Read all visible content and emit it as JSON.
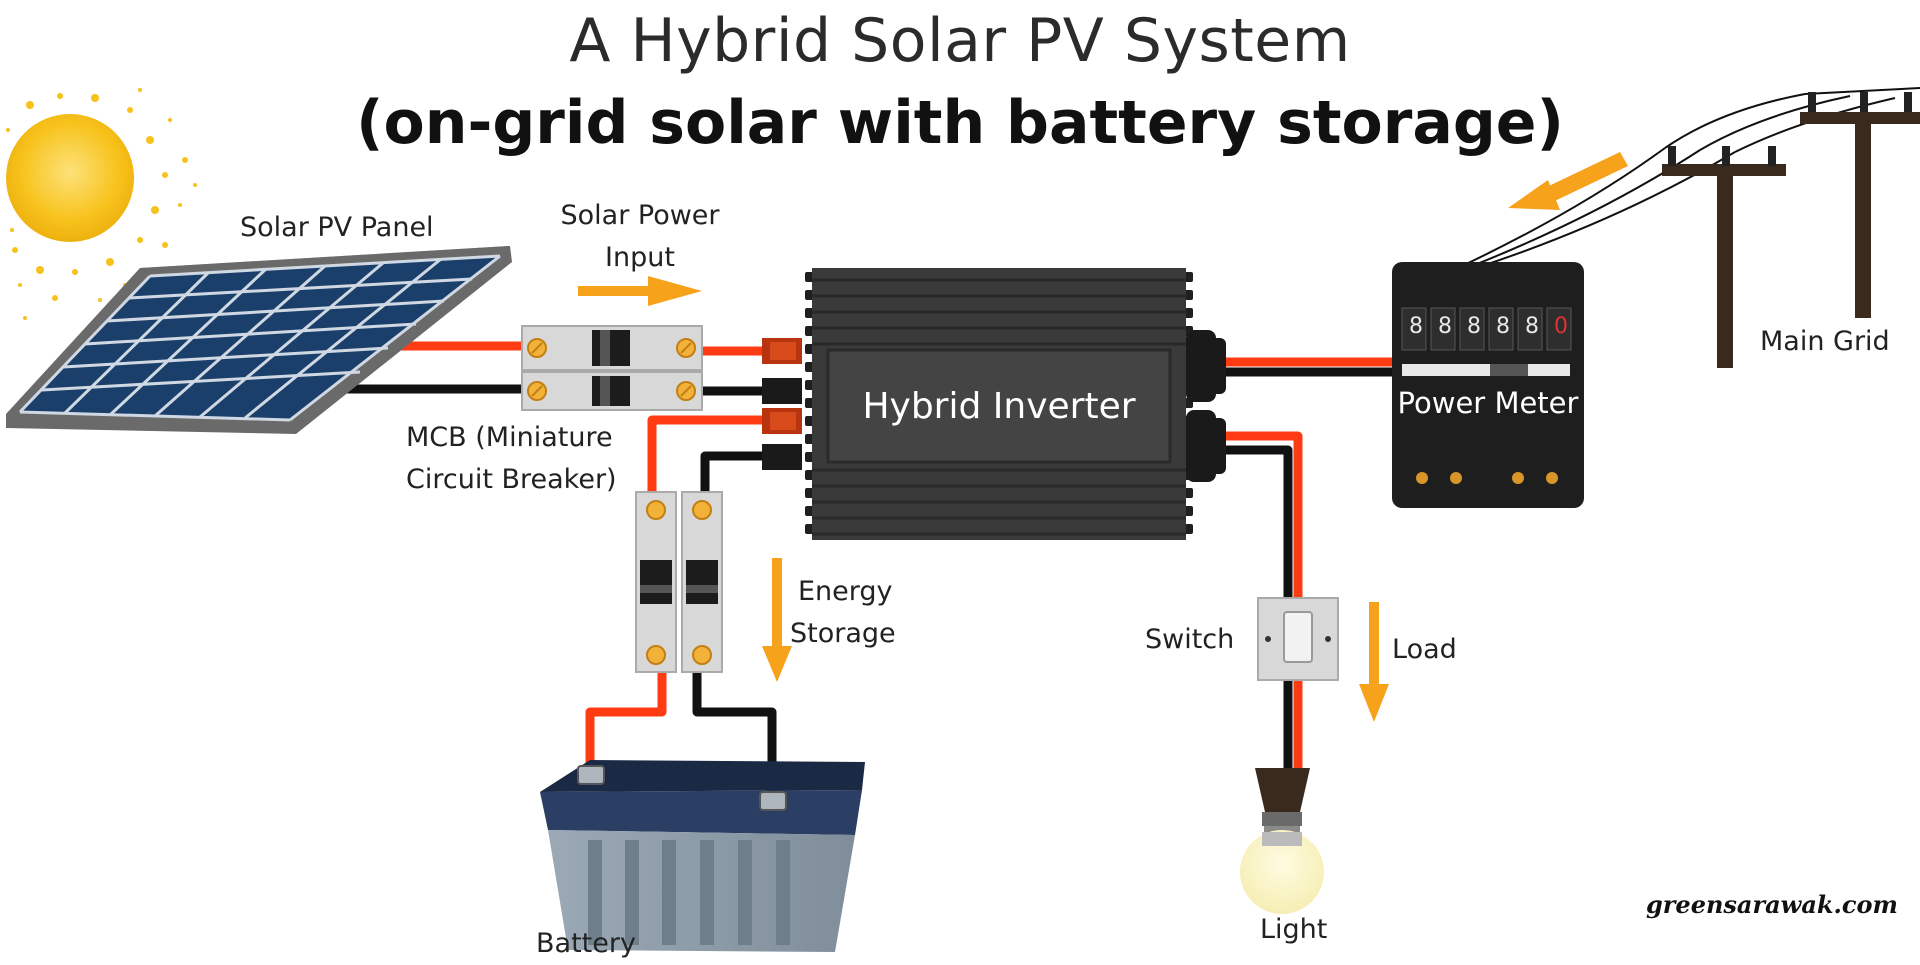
{
  "title": {
    "line1": "A Hybrid Solar PV System",
    "line2": "(on-grid solar with battery storage)"
  },
  "labels": {
    "solar_panel": "Solar PV Panel",
    "solar_input_line1": "Solar Power",
    "solar_input_line2": "Input",
    "mcb_line1": "MCB (Miniature",
    "mcb_line2": "Circuit Breaker)",
    "inverter": "Hybrid Inverter",
    "power_meter": "Power Meter",
    "main_grid": "Main Grid",
    "energy_storage_line1": "Energy",
    "energy_storage_line2": "Storage",
    "switch": "Switch",
    "load": "Load",
    "battery": "Battery",
    "light": "Light"
  },
  "meter_digits": [
    "8",
    "8",
    "8",
    "8",
    "8",
    "0"
  ],
  "credit": "greensarawak.com",
  "colors": {
    "positive_wire": "#ff3b14",
    "negative_wire": "#111111",
    "flow_arrow": "#f7a21b",
    "inverter_body": "#2f2f2f",
    "meter_body": "#1e1e1e",
    "panel_cell": "#1a4f8a",
    "sun": "#f7c21b"
  },
  "icons": [
    "sun-icon",
    "solar-panel-icon",
    "mcb-icon",
    "inverter-icon",
    "power-meter-icon",
    "utility-pole-icon",
    "battery-icon",
    "switch-icon",
    "light-bulb-icon",
    "flow-arrow-icon"
  ]
}
